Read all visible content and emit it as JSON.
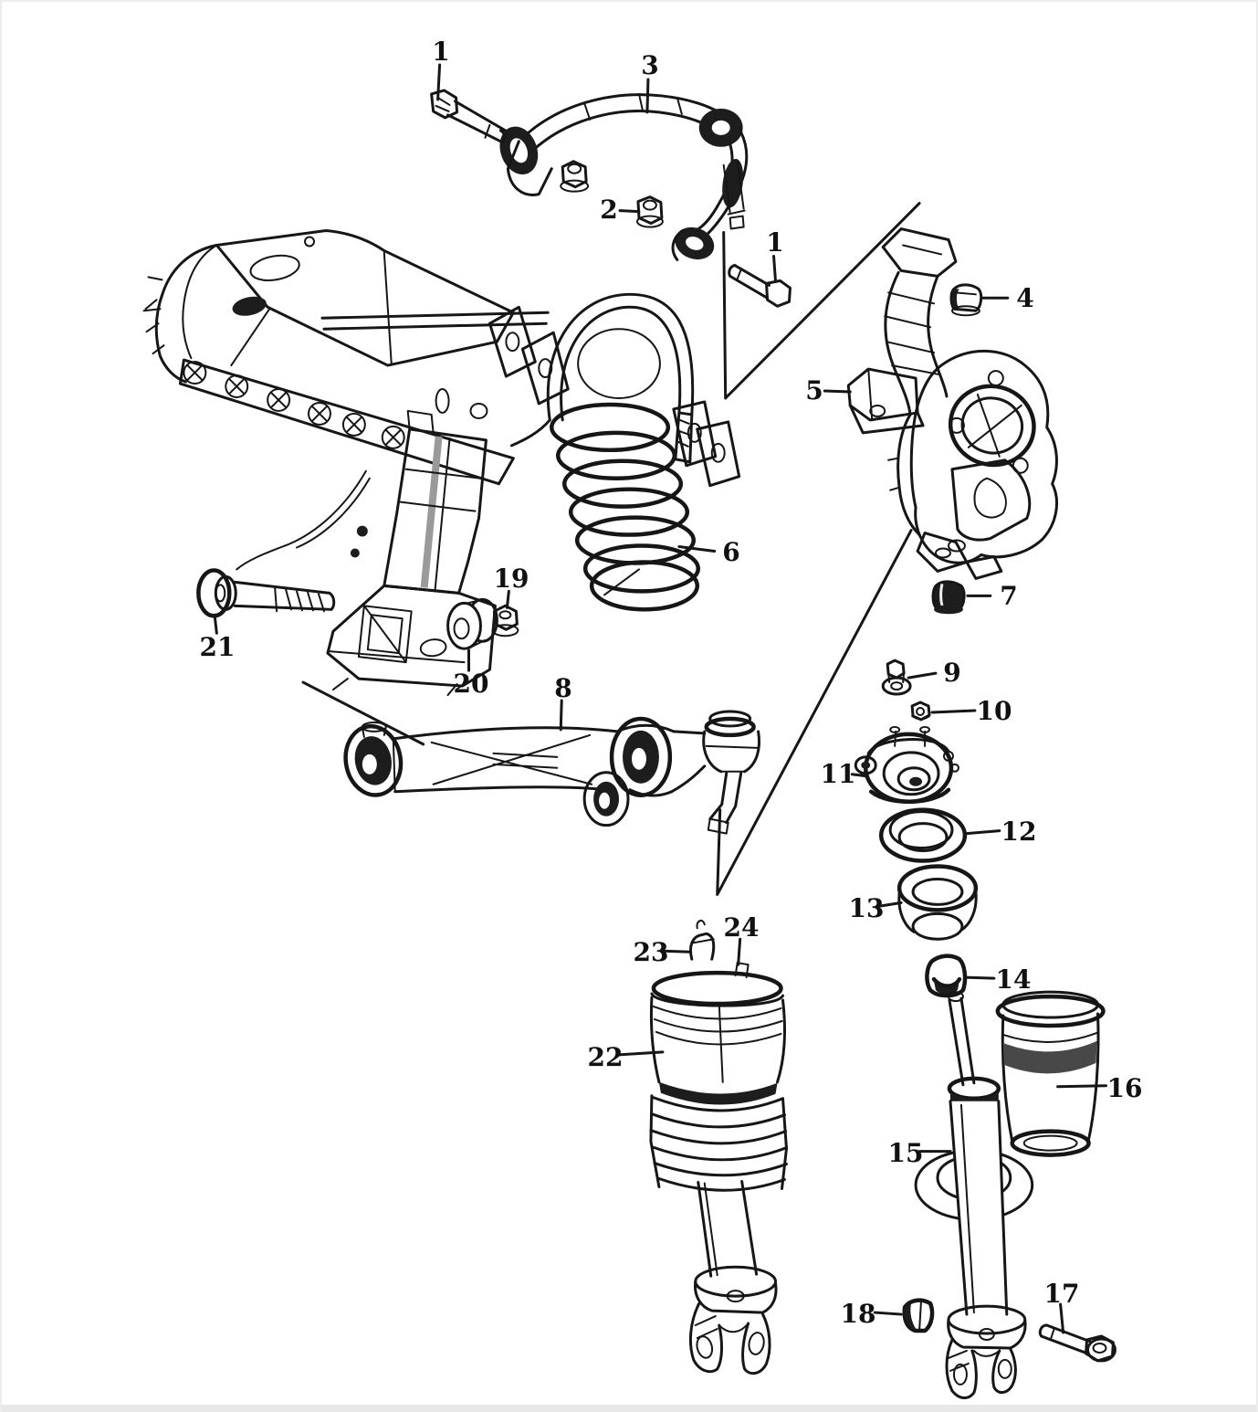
{
  "page": {
    "background": "#ffffff",
    "line_color": "#161616",
    "edge_color": "#e7e7e7"
  },
  "callouts": [
    {
      "num": "1"
    },
    {
      "num": "3"
    },
    {
      "num": "2"
    },
    {
      "num": "1"
    },
    {
      "num": "4"
    },
    {
      "num": "5"
    },
    {
      "num": "6"
    },
    {
      "num": "7"
    },
    {
      "num": "9"
    },
    {
      "num": "10"
    },
    {
      "num": "11"
    },
    {
      "num": "12"
    },
    {
      "num": "13"
    },
    {
      "num": "14"
    },
    {
      "num": "19"
    },
    {
      "num": "20"
    },
    {
      "num": "21"
    },
    {
      "num": "8"
    },
    {
      "num": "22"
    },
    {
      "num": "23"
    },
    {
      "num": "24"
    },
    {
      "num": "15"
    },
    {
      "num": "16"
    },
    {
      "num": "17"
    },
    {
      "num": "18"
    }
  ]
}
